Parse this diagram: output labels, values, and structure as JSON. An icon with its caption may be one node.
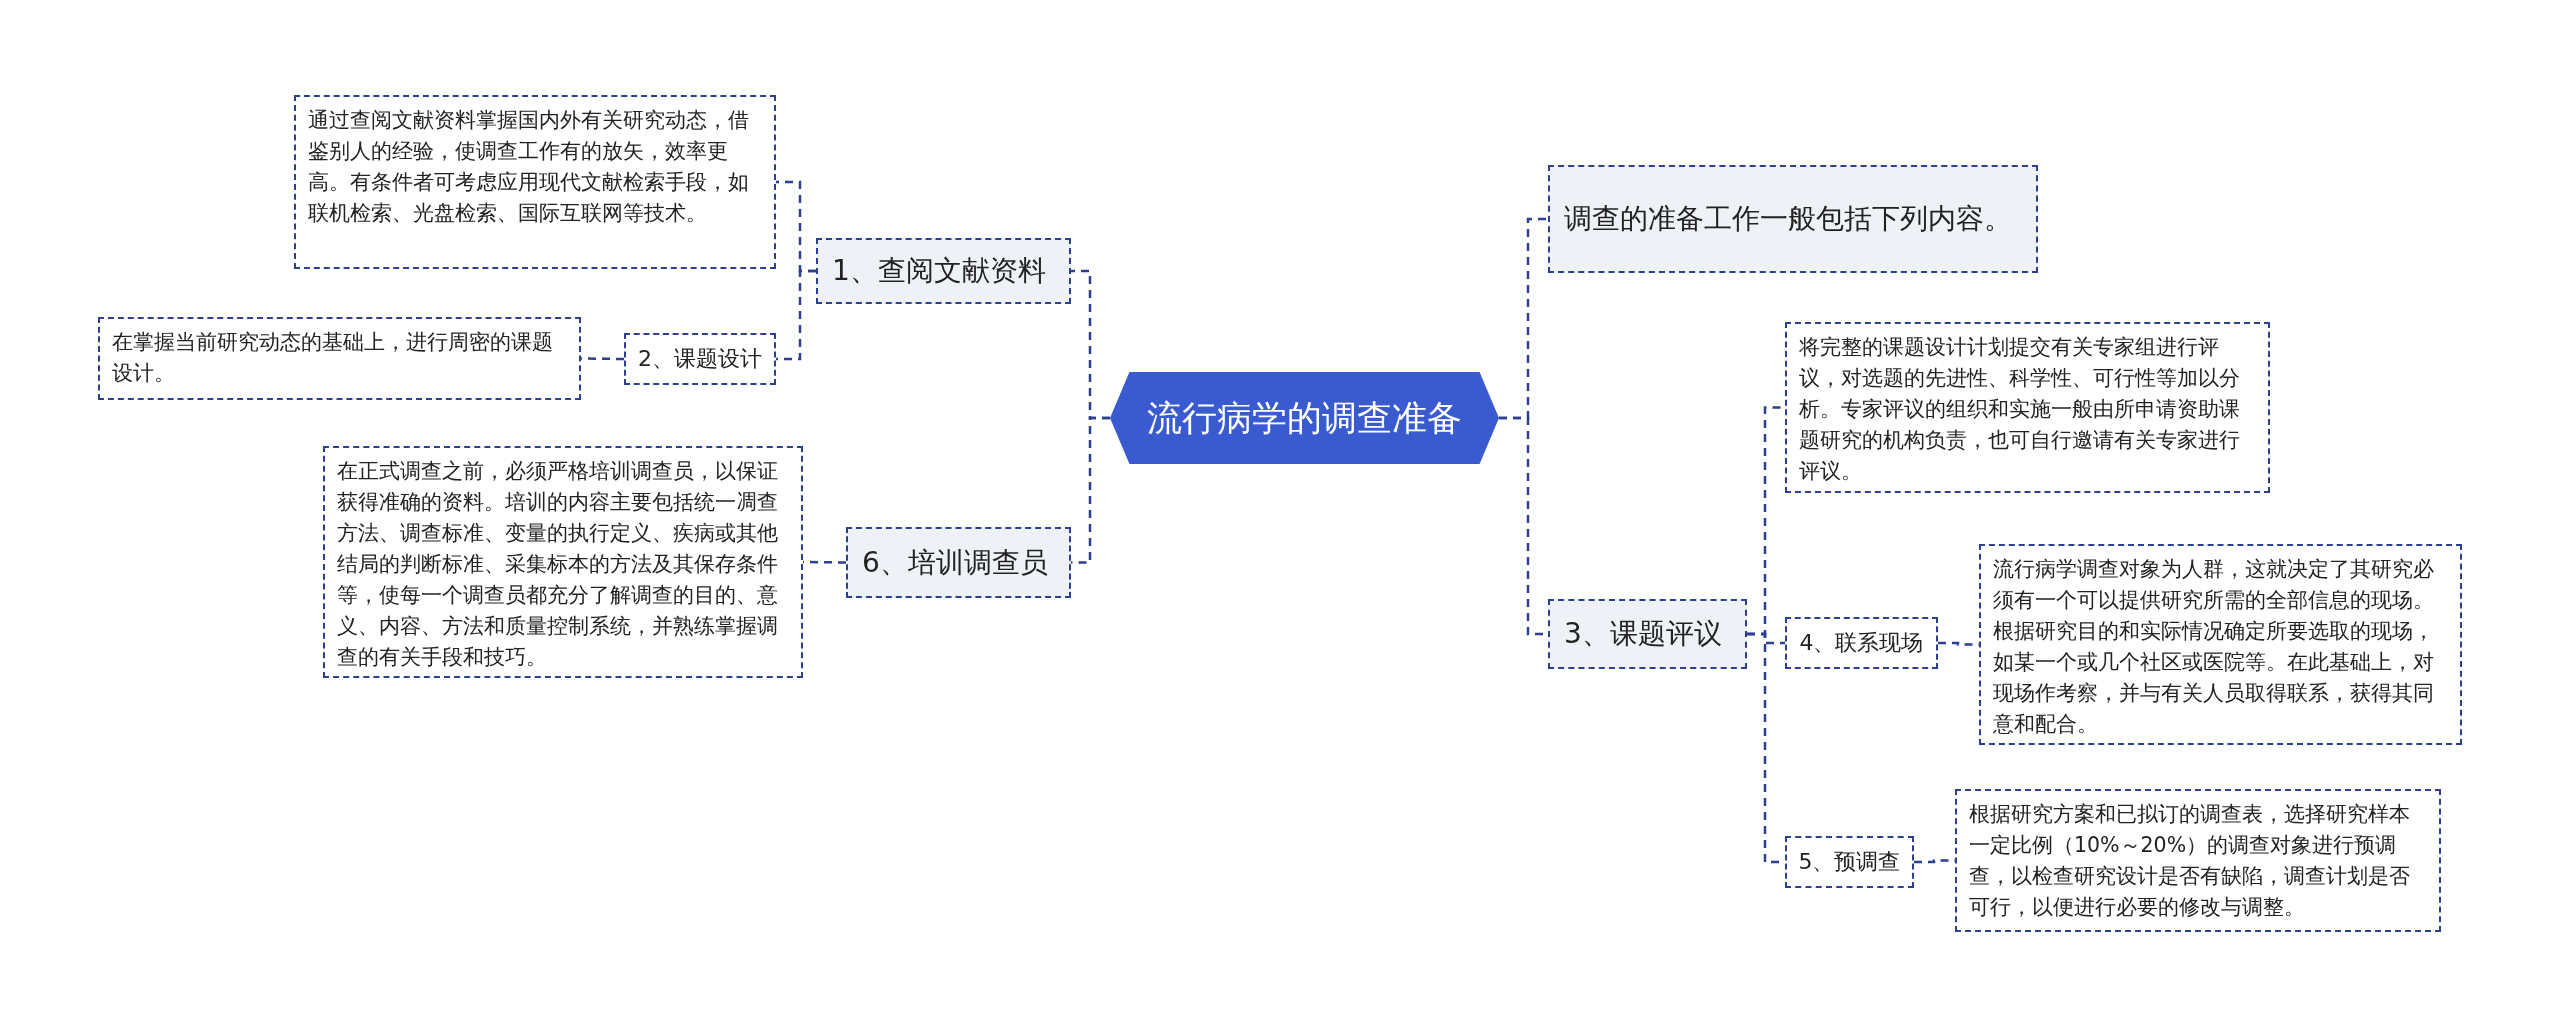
{
  "diagram": {
    "nodes": [
      {
        "text": [
          "流行病学的调查准备"
        ]
      },
      {
        "text": [
          "1、查阅文献资料"
        ]
      },
      {
        "text": [
          "通过查阅文献资料掌握国内外有关研究动态，借鉴别人的经验，使调查工作有的放矢，效率更高。有条件者可考虑应用现代文献检索手段，如联机检索、光盘检索、国际互联网等技术。"
        ]
      },
      {
        "text": [
          "2、课题设计"
        ]
      },
      {
        "text": [
          "在掌握当前研究动态的基础上，进行周密的课题设计。"
        ]
      },
      {
        "text": [
          "6、培训调查员"
        ]
      },
      {
        "text": [
          "在正式调查之前，必须严格培训调查员，以保证获得准确的资料。培训的内容主要包括统一凋查方法、调查标准、变量的执行定义、疾病或其他结局的判断标准、采集标本的方法及其保存条件等，使每一个调查员都充分了解调查的目的、意义、内容、方法和质量控制系统，并熟练掌握调查的有关手段和技巧。"
        ]
      },
      {
        "text": [
          "调查的准备工作一般包括下列内容。"
        ]
      },
      {
        "text": [
          "3、课题评议"
        ]
      },
      {
        "text": [
          "将完整的课题设计计划提交有关专家组进行评议，对选题的先进性、科学性、可行性等加以分析。专家评议的组织和实施一般由所申请资助课题研究的机构负责，也可自行邀请有关专家进行评议。"
        ]
      },
      {
        "text": [
          "4、联系现场"
        ]
      },
      {
        "text": [
          "流行病学调查对象为人群，这就决定了其研究必须有一个可以提供研究所需的全部信息的现场。根据研究目的和实际情况确定所要选取的现场，如某一个或几个社区或医院等。在此基础上，对现场作考察，并与有关人员取得联系，获得其同意和配合。"
        ]
      },
      {
        "text": [
          "5、预调查"
        ]
      },
      {
        "text": [
          "根据研究方案和已拟订的调查表，选择研究样本一定比例（10%～20%）的调查对象进行预调查，以检查研究设计是否有缺陷，调查计划是否可行，以便进行必要的修改与调整。"
        ]
      }
    ],
    "edges": [
      {
        "from": 0,
        "to": 1,
        "arrow": "none",
        "style": "dashed"
      },
      {
        "from": 0,
        "to": 5,
        "arrow": "none",
        "style": "dashed"
      },
      {
        "from": 0,
        "to": 7,
        "arrow": "none",
        "style": "dashed"
      },
      {
        "from": 0,
        "to": 8,
        "arrow": "none",
        "style": "dashed"
      },
      {
        "from": 1,
        "to": 2,
        "arrow": "none",
        "style": "dashed"
      },
      {
        "from": 1,
        "to": 3,
        "arrow": "none",
        "style": "dashed"
      },
      {
        "from": 3,
        "to": 4,
        "arrow": "none",
        "style": "dashed"
      },
      {
        "from": 5,
        "to": 6,
        "arrow": "none",
        "style": "dashed"
      },
      {
        "from": 8,
        "to": 9,
        "arrow": "none",
        "style": "dashed"
      },
      {
        "from": 8,
        "to": 10,
        "arrow": "none",
        "style": "dashed"
      },
      {
        "from": 8,
        "to": 12,
        "arrow": "none",
        "style": "dashed"
      },
      {
        "from": 10,
        "to": 11,
        "arrow": "none",
        "style": "dashed"
      },
      {
        "from": 12,
        "to": 13,
        "arrow": "none",
        "style": "dashed"
      }
    ]
  }
}
